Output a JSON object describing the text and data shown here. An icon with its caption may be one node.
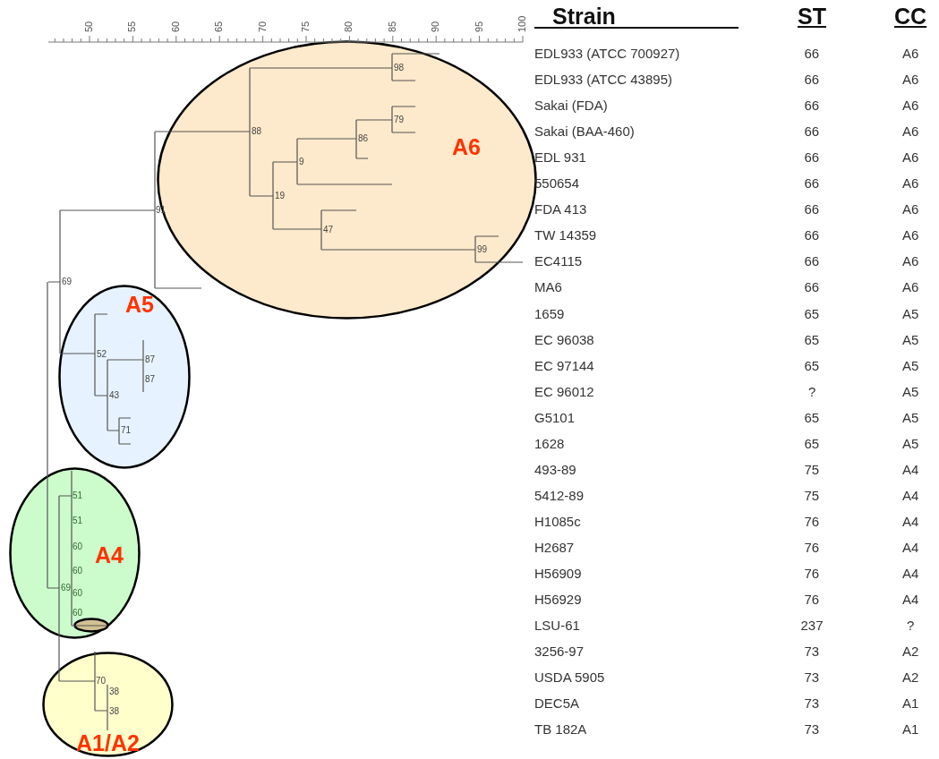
{
  "diagram": {
    "nodes": [
      {
        "text": [
          "A6"
        ]
      },
      {
        "text": [
          "A5"
        ]
      },
      {
        "text": [
          "A4"
        ]
      },
      {
        "text": [],
        "shape": "ellipse",
        "in": 2
      },
      {
        "text": [
          "A1/A2"
        ]
      }
    ],
    "edges": [],
    "labels": [
      "50",
      "55",
      "60",
      "65",
      "70",
      "75",
      "80",
      "85",
      "90",
      "95",
      "100",
      "Strain",
      "ST",
      "CC",
      "EDL933 (ATCC 700927)",
      "66",
      "A6",
      "EDL933 (ATCC 43895)",
      "66",
      "A6",
      "Sakai (FDA)",
      "66",
      "A6",
      "Sakai (BAA-460)",
      "66",
      "A6",
      "EDL 931",
      "66",
      "A6",
      "550654",
      "66",
      "A6",
      "FDA 413",
      "66",
      "A6",
      "TW 14359",
      "66",
      "A6",
      "EC4115",
      "66",
      "A6",
      "MA6",
      "66",
      "A6",
      "1659",
      "65",
      "A5",
      "EC 96038",
      "65",
      "A5",
      "EC 97144",
      "65",
      "A5",
      "EC 96012",
      "?",
      "A5",
      "G5101",
      "65",
      "A5",
      "1628",
      "65",
      "A5",
      "493-89",
      "75",
      "A4",
      "5412-89",
      "75",
      "A4",
      "H1085c",
      "76",
      "A4",
      "H2687",
      "76",
      "A4",
      "H56909",
      "76",
      "A4",
      "H56929",
      "76",
      "A4",
      "LSU-61",
      "237",
      "?",
      "3256-97",
      "73",
      "A2",
      "USDA 5905",
      "73",
      "A2",
      "DEC5A",
      "73",
      "A1",
      "TB 182A",
      "73",
      "A1",
      "98",
      "79",
      "88",
      "86",
      "9",
      "19",
      "91",
      "47",
      "99",
      "69",
      "52",
      "87",
      "87",
      "43",
      "71",
      "51",
      "51",
      "60",
      "60",
      "69",
      "60",
      "60",
      "70",
      "38",
      "38"
    ]
  }
}
